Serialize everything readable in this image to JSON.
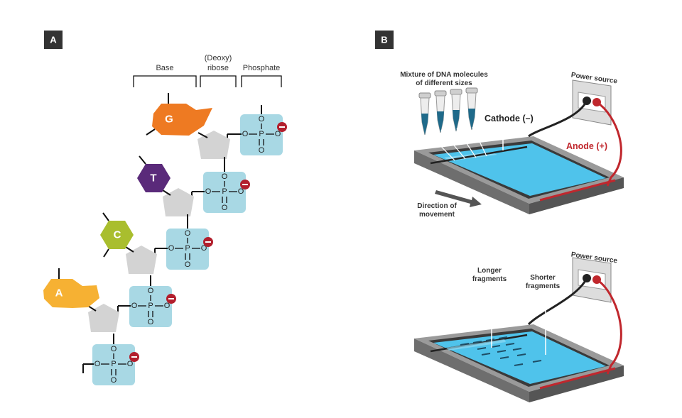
{
  "panel_a": {
    "badge": "A",
    "headers": {
      "base": "Base",
      "ribose_line1": "(Deoxy)",
      "ribose_line2": "ribose",
      "phosphate": "Phosphate"
    },
    "nucleotides": [
      {
        "base": "G",
        "color": "#EE7A22"
      },
      {
        "base": "T",
        "color": "#5A2A7A"
      },
      {
        "base": "C",
        "color": "#A9BE2E"
      },
      {
        "base": "A",
        "color": "#F6B133"
      }
    ],
    "phosphate_symbols": {
      "oxygen": "O",
      "phosphorus": "P",
      "charge": "−"
    },
    "colors": {
      "phosphate_box": "#A8D8E4",
      "ribose": "#D3D3D3",
      "charge": "#B21F2D"
    }
  },
  "panel_b": {
    "badge": "B",
    "top": {
      "mixture_line1": "Mixture of DNA molecules",
      "mixture_line2": "of different sizes",
      "cathode": "Cathode (–)",
      "anode": "Anode (+)",
      "power": "Power source",
      "direction_line1": "Direction of",
      "direction_line2": "movement"
    },
    "bottom": {
      "power": "Power source",
      "longer_line1": "Longer",
      "longer_line2": "fragments",
      "shorter_line1": "Shorter",
      "shorter_line2": "fragments"
    },
    "colors": {
      "gel": "#4FC3EB",
      "tray": "#7A7A7A",
      "anode_red": "#C0272D",
      "cathode_black": "#222222"
    }
  }
}
